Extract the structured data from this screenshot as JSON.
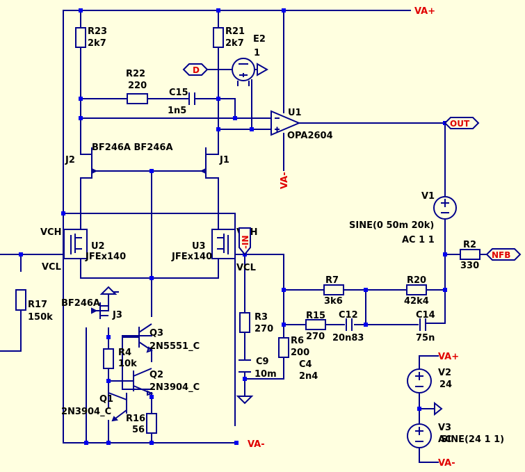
{
  "rails": {
    "vap": "VA+",
    "vam": "VA-"
  },
  "components": {
    "R23": {
      "ref": "R23",
      "value": "2k7"
    },
    "R21": {
      "ref": "R21",
      "value": "2k7"
    },
    "R22": {
      "ref": "R22",
      "value": "220"
    },
    "C15": {
      "ref": "C15",
      "value": "1n5"
    },
    "E2": {
      "ref": "E2",
      "value": "1"
    },
    "U1": {
      "ref": "U1",
      "value": "OPA2604"
    },
    "J1": {
      "ref": "J1"
    },
    "J2": {
      "ref": "J2"
    },
    "J12": {
      "value": "BF246A BF246A"
    },
    "U2": {
      "ref": "U2",
      "value": "JFEx140",
      "pin_h": "VCH",
      "pin_l": "VCL"
    },
    "U3": {
      "ref": "U3",
      "value": "JFEx140",
      "pin_h": "VCH",
      "pin_l": "VCL"
    },
    "J3": {
      "ref": "J3",
      "value": "BF246A"
    },
    "Q3": {
      "ref": "Q3",
      "value": "2N5551_C"
    },
    "Q2": {
      "ref": "Q2",
      "value": "2N3904_C"
    },
    "Q1": {
      "ref": "Q1",
      "value": "2N3904_C"
    },
    "R4": {
      "ref": "R4",
      "value": "10k"
    },
    "R16": {
      "ref": "R16",
      "value": "56"
    },
    "R17": {
      "ref": "R17",
      "value": "150k"
    },
    "R3": {
      "ref": "R3",
      "value": "270"
    },
    "C9": {
      "ref": "C9",
      "value": "10m"
    },
    "R6": {
      "ref": "R6",
      "value": "200"
    },
    "C4": {
      "ref": "C4",
      "value": "2n4"
    },
    "R7": {
      "ref": "R7",
      "value": "3k6"
    },
    "R20": {
      "ref": "R20",
      "value": "42k4"
    },
    "R15": {
      "ref": "R15",
      "value": "270"
    },
    "C12": {
      "ref": "C12",
      "value": "20n83"
    },
    "C14": {
      "ref": "C14",
      "value": "75n"
    },
    "V1": {
      "ref": "V1",
      "value": "SINE(0 50m 20k)",
      "ac": "AC 1 1"
    },
    "R2": {
      "ref": "R2",
      "value": "330"
    },
    "V2": {
      "ref": "V2",
      "value": "24"
    },
    "V3": {
      "ref": "V3",
      "value": "SINE(24 1 1)",
      "ac": "AC"
    }
  },
  "nets": {
    "d": "D",
    "out": "OUT",
    "nfb": "NFB",
    "inm": "-IN"
  }
}
